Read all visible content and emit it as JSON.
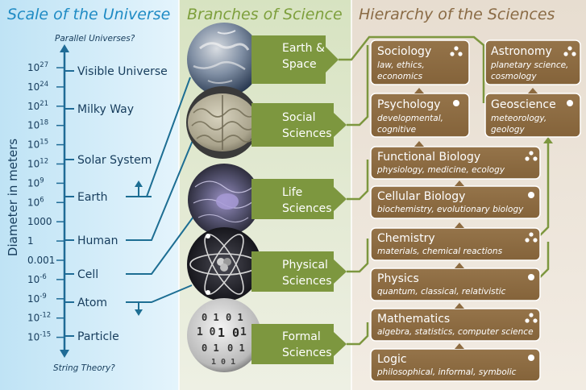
{
  "titles": {
    "scale": "Scale of the Universe",
    "branches": "Branches of Science",
    "hierarchy": "Hierarchy of the Sciences"
  },
  "scale": {
    "axis_label": "Diameter in meters",
    "top_note": "Parallel Universes?",
    "bottom_note": "String Theory?",
    "ticks": [
      {
        "base": "10",
        "exp": "27"
      },
      {
        "base": "10",
        "exp": "24"
      },
      {
        "base": "10",
        "exp": "21"
      },
      {
        "base": "10",
        "exp": "18"
      },
      {
        "base": "10",
        "exp": "15"
      },
      {
        "base": "10",
        "exp": "12"
      },
      {
        "base": "10",
        "exp": "9"
      },
      {
        "base": "10",
        "exp": "6"
      },
      {
        "base": "1000",
        "exp": ""
      },
      {
        "base": "1",
        "exp": ""
      },
      {
        "base": "0.001",
        "exp": ""
      },
      {
        "base": "10",
        "exp": "-6"
      },
      {
        "base": "10",
        "exp": "-9"
      },
      {
        "base": "10",
        "exp": "-12"
      },
      {
        "base": "10",
        "exp": "-15"
      }
    ],
    "objects": [
      "Visible Universe",
      "Milky Way",
      "Solar System",
      "Earth",
      "Human",
      "Cell",
      "Atom",
      "Particle"
    ]
  },
  "branches": [
    {
      "line1": "Earth &",
      "line2": "Space"
    },
    {
      "line1": "Social",
      "line2": "Sciences"
    },
    {
      "line1": "Life",
      "line2": "Sciences"
    },
    {
      "line1": "Physical",
      "line2": "Sciences"
    },
    {
      "line1": "Formal",
      "line2": "Sciences"
    }
  ],
  "hierarchy": {
    "sociology": {
      "title": "Sociology",
      "sub1": "law, ethics,",
      "sub2": "economics"
    },
    "astronomy": {
      "title": "Astronomy",
      "sub1": "planetary science,",
      "sub2": "cosmology"
    },
    "psychology": {
      "title": "Psychology",
      "sub1": "developmental,",
      "sub2": "cognitive"
    },
    "geoscience": {
      "title": "Geoscience",
      "sub1": "meteorology,",
      "sub2": "geology"
    },
    "functional_biology": {
      "title": "Functional Biology",
      "sub1": "physiology, medicine, ecology"
    },
    "cellular_biology": {
      "title": "Cellular Biology",
      "sub1": "biochemistry, evolutionary biology"
    },
    "chemistry": {
      "title": "Chemistry",
      "sub1": "materials, chemical reactions"
    },
    "physics": {
      "title": "Physics",
      "sub1": "quantum, classical, relativistic"
    },
    "mathematics": {
      "title": "Mathematics",
      "sub1": "algebra, statistics, computer science"
    },
    "logic": {
      "title": "Logic",
      "sub1": "philosophical, informal, symbolic"
    }
  },
  "colors": {
    "scale_panel": "#c9e8f7",
    "scale_text": "#163c5c",
    "scale_axis": "#1f6b96",
    "title_blue": "#1f8bc4",
    "branch_panel": "#dfe8cf",
    "title_green": "#7d9f3c",
    "branch_arrow": "#7d973f",
    "hier_panel": "#ede5d9",
    "title_brown": "#8a6b45",
    "box_fill": "#8d6b40",
    "box_border": "#ffffff",
    "connector": "#7d973f",
    "callout": "#1d6e93"
  },
  "icons": [
    "globe-image",
    "brain-image",
    "cell-image",
    "atom-image",
    "binary-sphere-image",
    "cluster-icon",
    "dot-icon",
    "up-arrow-icon",
    "down-arrow-icon"
  ]
}
